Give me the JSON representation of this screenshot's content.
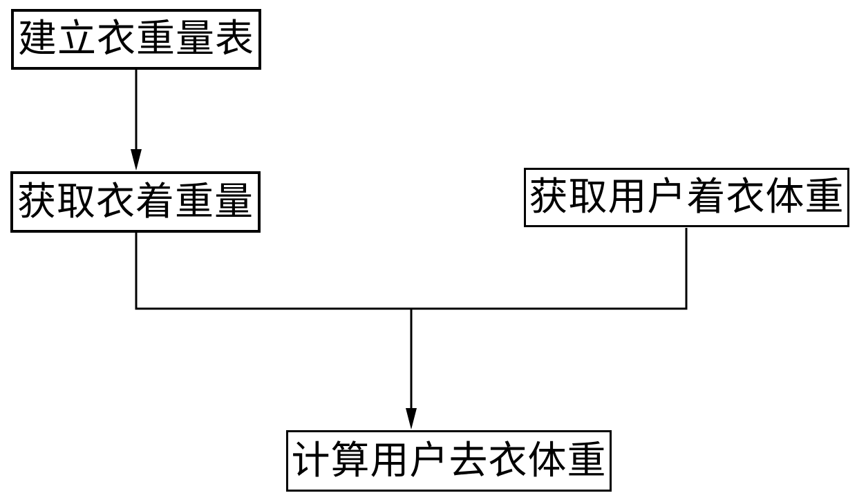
{
  "diagram": {
    "type": "flowchart",
    "background_color": "#ffffff",
    "line_color": "#000000",
    "box_border_color": "#000000",
    "text_color": "#000000",
    "boxes": [
      {
        "id": "establish-clothing-weight-table",
        "label": "建立衣重量表"
      },
      {
        "id": "get-clothing-weight",
        "label": "获取衣着重量"
      },
      {
        "id": "get-user-clothed-weight",
        "label": "获取用户着衣体重"
      },
      {
        "id": "calculate-user-unclothed-weight",
        "label": "计算用户去衣体重"
      }
    ],
    "connections": [
      {
        "from": "establish-clothing-weight-table",
        "to": "get-clothing-weight",
        "style": "straight-arrow-down"
      },
      {
        "from": "get-clothing-weight",
        "to": "calculate-user-unclothed-weight",
        "style": "elbow-join-arrow-down"
      },
      {
        "from": "get-user-clothed-weight",
        "to": "calculate-user-unclothed-weight",
        "style": "elbow-join-arrow-down"
      }
    ]
  }
}
